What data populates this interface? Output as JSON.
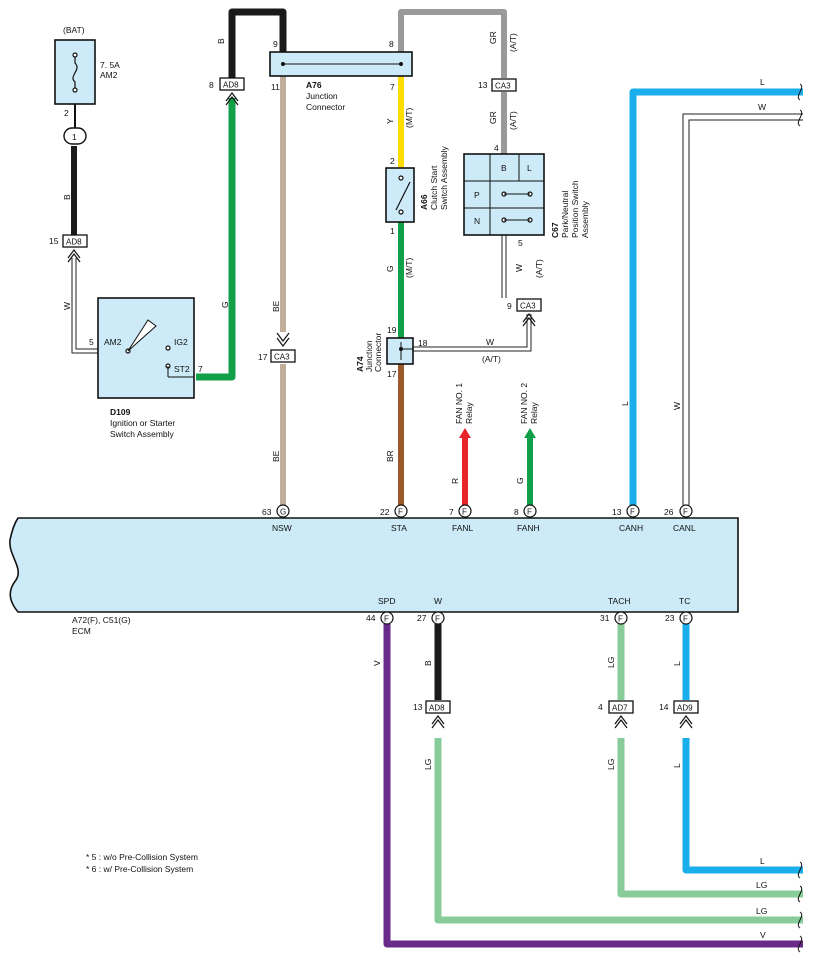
{
  "colors": {
    "B": "#1a1a1a",
    "G": "#11a04a",
    "GR": "#9a9a9a",
    "Y": "#ffdd00",
    "BE": "#c0ad9a",
    "BR": "#9a5a2a",
    "R": "#e8232a",
    "L": "#1aaeea",
    "V": "#6a2a8a",
    "LG": "#88cc99",
    "W": "#ffffff",
    "component_fill": "#cdeaf8"
  },
  "fuse": {
    "source": "(BAT)",
    "rating": "7. 5A",
    "name": "AM2",
    "pin_top": "2",
    "junction": "1"
  },
  "connectors": {
    "ad8_left": {
      "label": "AD8",
      "pin": "15"
    },
    "ad8_top": {
      "label": "AD8",
      "pin": "8"
    },
    "ca3_left": {
      "label": "CA3",
      "pin": "17"
    },
    "ca3_top": {
      "label": "CA3",
      "pin": "13"
    },
    "ca3_mid": {
      "label": "CA3",
      "pin": "9"
    },
    "ad8_bottom": {
      "label": "AD8",
      "pin": "13"
    },
    "ad7": {
      "label": "AD7",
      "pin": "4"
    },
    "ad9": {
      "label": "AD9",
      "pin": "14"
    }
  },
  "components": {
    "ignition": {
      "code": "D109",
      "name1": "Ignition or Starter",
      "name2": "Switch Assembly",
      "am2": "AM2",
      "ig2": "IG2",
      "st2": "ST2",
      "pin_am2": "5",
      "pin_st2": "7"
    },
    "a76": {
      "code": "A76",
      "name1": "Junction",
      "name2": "Connector",
      "pin9": "9",
      "pin8": "8",
      "pin11": "11",
      "pin7": "7"
    },
    "a66": {
      "code": "A66",
      "name1": "Clutch Start",
      "name2": "Switch Assembly",
      "pin2": "2",
      "pin1": "1"
    },
    "c67": {
      "code": "C67",
      "name1": "Park/Neutral",
      "name2": "Position Switch",
      "name3": "Assembly",
      "b": "B",
      "l": "L",
      "p": "P",
      "n": "N",
      "pin4": "4",
      "pin5": "5"
    },
    "a74": {
      "code": "A74",
      "name1": "Junction",
      "name2": "Connector",
      "pin19": "19",
      "pin18": "18",
      "pin17": "17"
    },
    "fan1": {
      "name1": "FAN NO. 1",
      "name2": "Relay"
    },
    "fan2": {
      "name1": "FAN NO. 2",
      "name2": "Relay"
    },
    "ecm": {
      "code": "A72(F), C51(G)",
      "name": "ECM"
    }
  },
  "ecm_top_terminals": [
    {
      "pin": "63",
      "term": "G",
      "signal": "NSW"
    },
    {
      "pin": "22",
      "term": "F",
      "signal": "STA"
    },
    {
      "pin": "7",
      "term": "F",
      "signal": "FANL"
    },
    {
      "pin": "8",
      "term": "F",
      "signal": "FANH"
    },
    {
      "pin": "13",
      "term": "F",
      "signal": "CANH"
    },
    {
      "pin": "26",
      "term": "F",
      "signal": "CANL"
    }
  ],
  "ecm_bottom_terminals": [
    {
      "pin": "44",
      "term": "F",
      "signal": "SPD"
    },
    {
      "pin": "27",
      "term": "F",
      "signal": "W"
    },
    {
      "pin": "31",
      "term": "F",
      "signal": "TACH"
    },
    {
      "pin": "23",
      "term": "F",
      "signal": "TC"
    }
  ],
  "wire_labels": {
    "b_fuse": "B",
    "w_ign": "W",
    "g_ign": "G",
    "b_top": "B",
    "be_upper": "BE",
    "be_lower": "BE",
    "gr_top": "GR",
    "at_top": "(A/T)",
    "gr_mid": "GR",
    "at_mid": "(A/T)",
    "y": "Y",
    "mt_y": "(M/T)",
    "g_mid": "G",
    "mt_g": "(M/T)",
    "w_c67": "W",
    "at_c67": "(A/T)",
    "w_a74": "W",
    "at_a74": "(A/T)",
    "br": "BR",
    "r": "R",
    "g_fan": "G",
    "l_canh": "L",
    "w_canl": "W",
    "l_top_right": "L",
    "w_top_right": "W",
    "v_spd": "V",
    "b_w": "B",
    "lg_w": "LG",
    "lg_tach_up": "LG",
    "lg_tach_low": "LG",
    "l_tc_up": "L",
    "l_tc_low": "L",
    "l_bottom_right": "L",
    "lg_right1": "LG",
    "lg_right2": "LG",
    "v_right": "V"
  },
  "notes": [
    "* 5 : w/o Pre-Collision System",
    "* 6 : w/ Pre-Collision System"
  ]
}
